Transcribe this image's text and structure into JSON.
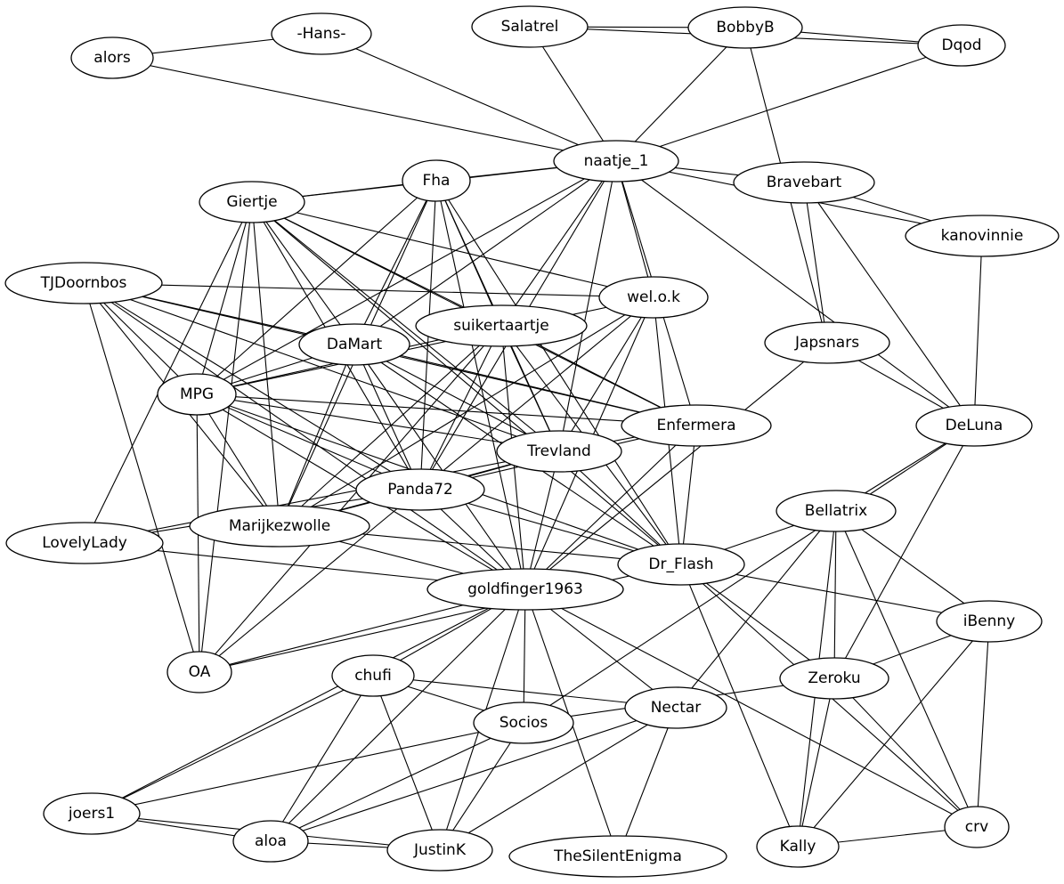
{
  "graph": {
    "type": "undirected-network",
    "nodes": [
      {
        "id": "alors",
        "label": "alors"
      },
      {
        "id": "hans",
        "label": "-Hans-"
      },
      {
        "id": "salatrel",
        "label": "Salatrel"
      },
      {
        "id": "bobbyb",
        "label": "BobbyB"
      },
      {
        "id": "dqod",
        "label": "Dqod"
      },
      {
        "id": "naatje_1",
        "label": "naatje_1"
      },
      {
        "id": "fha",
        "label": "Fha"
      },
      {
        "id": "giertje",
        "label": "Giertje"
      },
      {
        "id": "bravebart",
        "label": "Bravebart"
      },
      {
        "id": "kanovinnie",
        "label": "kanovinnie"
      },
      {
        "id": "tjdoornbos",
        "label": "TJDoornbos"
      },
      {
        "id": "welok",
        "label": "wel.o.k"
      },
      {
        "id": "suikertaartje",
        "label": "suikertaartje"
      },
      {
        "id": "damart",
        "label": "DaMart"
      },
      {
        "id": "japsnars",
        "label": "Japsnars"
      },
      {
        "id": "mpg",
        "label": "MPG"
      },
      {
        "id": "enfermera",
        "label": "Enfermera"
      },
      {
        "id": "deluna",
        "label": "DeLuna"
      },
      {
        "id": "trevland",
        "label": "Trevland"
      },
      {
        "id": "panda72",
        "label": "Panda72"
      },
      {
        "id": "bellatrix",
        "label": "Bellatrix"
      },
      {
        "id": "marijkezwolle",
        "label": "Marijkezwolle"
      },
      {
        "id": "lovelylady",
        "label": "LovelyLady"
      },
      {
        "id": "dr_flash",
        "label": "Dr_Flash"
      },
      {
        "id": "goldfinger1963",
        "label": "goldfinger1963"
      },
      {
        "id": "ibenny",
        "label": "iBenny"
      },
      {
        "id": "oa",
        "label": "OA"
      },
      {
        "id": "chufi",
        "label": "chufi"
      },
      {
        "id": "zeroku",
        "label": "Zeroku"
      },
      {
        "id": "nectar",
        "label": "Nectar"
      },
      {
        "id": "socios",
        "label": "Socios"
      },
      {
        "id": "joers1",
        "label": "joers1"
      },
      {
        "id": "aloa",
        "label": "aloa"
      },
      {
        "id": "justink",
        "label": "JustinK"
      },
      {
        "id": "thesilentenigma",
        "label": "TheSilentEnigma"
      },
      {
        "id": "kally",
        "label": "Kally"
      },
      {
        "id": "crv",
        "label": "crv"
      }
    ],
    "edges": [
      [
        "alors",
        "hans"
      ],
      [
        "alors",
        "naatje_1"
      ],
      [
        "hans",
        "naatje_1"
      ],
      [
        "salatrel",
        "bobbyb"
      ],
      [
        "salatrel",
        "dqod"
      ],
      [
        "salatrel",
        "naatje_1"
      ],
      [
        "bobbyb",
        "dqod"
      ],
      [
        "bobbyb",
        "naatje_1"
      ],
      [
        "bobbyb",
        "japsnars"
      ],
      [
        "dqod",
        "naatje_1"
      ],
      [
        "naatje_1",
        "fha"
      ],
      [
        "naatje_1",
        "giertje"
      ],
      [
        "naatje_1",
        "bravebart"
      ],
      [
        "naatje_1",
        "kanovinnie"
      ],
      [
        "naatje_1",
        "welok"
      ],
      [
        "naatje_1",
        "suikertaartje"
      ],
      [
        "naatje_1",
        "damart"
      ],
      [
        "naatje_1",
        "enfermera"
      ],
      [
        "naatje_1",
        "deluna"
      ],
      [
        "naatje_1",
        "trevland"
      ],
      [
        "naatje_1",
        "panda72"
      ],
      [
        "naatje_1",
        "mpg"
      ],
      [
        "bravebart",
        "kanovinnie"
      ],
      [
        "bravebart",
        "japsnars"
      ],
      [
        "bravebart",
        "deluna"
      ],
      [
        "kanovinnie",
        "deluna"
      ],
      [
        "japsnars",
        "deluna"
      ],
      [
        "japsnars",
        "goldfinger1963"
      ],
      [
        "fha",
        "giertje"
      ],
      [
        "fha",
        "damart"
      ],
      [
        "fha",
        "mpg"
      ],
      [
        "fha",
        "suikertaartje"
      ],
      [
        "fha",
        "trevland"
      ],
      [
        "fha",
        "panda72"
      ],
      [
        "fha",
        "goldfinger1963"
      ],
      [
        "fha",
        "dr_flash"
      ],
      [
        "fha",
        "marijkezwolle"
      ],
      [
        "giertje",
        "welok"
      ],
      [
        "giertje",
        "suikertaartje"
      ],
      [
        "giertje",
        "damart"
      ],
      [
        "giertje",
        "mpg"
      ],
      [
        "giertje",
        "trevland"
      ],
      [
        "giertje",
        "panda72"
      ],
      [
        "giertje",
        "enfermera"
      ],
      [
        "giertje",
        "marijkezwolle"
      ],
      [
        "giertje",
        "lovelylady"
      ],
      [
        "giertje",
        "dr_flash"
      ],
      [
        "giertje",
        "oa"
      ],
      [
        "tjdoornbos",
        "welok"
      ],
      [
        "tjdoornbos",
        "damart"
      ],
      [
        "tjdoornbos",
        "mpg"
      ],
      [
        "tjdoornbos",
        "panda72"
      ],
      [
        "tjdoornbos",
        "marijkezwolle"
      ],
      [
        "tjdoornbos",
        "oa"
      ],
      [
        "tjdoornbos",
        "enfermera"
      ],
      [
        "tjdoornbos",
        "trevland"
      ],
      [
        "tjdoornbos",
        "goldfinger1963"
      ],
      [
        "welok",
        "mpg"
      ],
      [
        "welok",
        "panda72"
      ],
      [
        "welok",
        "trevland"
      ],
      [
        "welok",
        "goldfinger1963"
      ],
      [
        "welok",
        "dr_flash"
      ],
      [
        "welok",
        "marijkezwolle"
      ],
      [
        "suikertaartje",
        "mpg"
      ],
      [
        "suikertaartje",
        "enfermera"
      ],
      [
        "suikertaartje",
        "trevland"
      ],
      [
        "suikertaartje",
        "panda72"
      ],
      [
        "suikertaartje",
        "marijkezwolle"
      ],
      [
        "suikertaartje",
        "goldfinger1963"
      ],
      [
        "suikertaartje",
        "dr_flash"
      ],
      [
        "suikertaartje",
        "oa"
      ],
      [
        "damart",
        "mpg"
      ],
      [
        "damart",
        "enfermera"
      ],
      [
        "damart",
        "trevland"
      ],
      [
        "damart",
        "panda72"
      ],
      [
        "damart",
        "marijkezwolle"
      ],
      [
        "damart",
        "goldfinger1963"
      ],
      [
        "damart",
        "dr_flash"
      ],
      [
        "mpg",
        "enfermera"
      ],
      [
        "mpg",
        "trevland"
      ],
      [
        "mpg",
        "panda72"
      ],
      [
        "mpg",
        "marijkezwolle"
      ],
      [
        "mpg",
        "goldfinger1963"
      ],
      [
        "mpg",
        "dr_flash"
      ],
      [
        "mpg",
        "oa"
      ],
      [
        "enfermera",
        "trevland"
      ],
      [
        "enfermera",
        "panda72"
      ],
      [
        "enfermera",
        "dr_flash"
      ],
      [
        "enfermera",
        "goldfinger1963"
      ],
      [
        "trevland",
        "panda72"
      ],
      [
        "trevland",
        "marijkezwolle"
      ],
      [
        "trevland",
        "lovelylady"
      ],
      [
        "trevland",
        "goldfinger1963"
      ],
      [
        "trevland",
        "dr_flash"
      ],
      [
        "panda72",
        "lovelylady"
      ],
      [
        "panda72",
        "marijkezwolle"
      ],
      [
        "panda72",
        "goldfinger1963"
      ],
      [
        "panda72",
        "dr_flash"
      ],
      [
        "panda72",
        "oa"
      ],
      [
        "marijkezwolle",
        "dr_flash"
      ],
      [
        "marijkezwolle",
        "goldfinger1963"
      ],
      [
        "lovelylady",
        "goldfinger1963"
      ],
      [
        "deluna",
        "bellatrix"
      ],
      [
        "deluna",
        "zeroku"
      ],
      [
        "deluna",
        "socios"
      ],
      [
        "bellatrix",
        "dr_flash"
      ],
      [
        "bellatrix",
        "ibenny"
      ],
      [
        "bellatrix",
        "zeroku"
      ],
      [
        "bellatrix",
        "kally"
      ],
      [
        "bellatrix",
        "crv"
      ],
      [
        "bellatrix",
        "nectar"
      ],
      [
        "dr_flash",
        "ibenny"
      ],
      [
        "dr_flash",
        "zeroku"
      ],
      [
        "dr_flash",
        "kally"
      ],
      [
        "dr_flash",
        "crv"
      ],
      [
        "dr_flash",
        "oa"
      ],
      [
        "ibenny",
        "zeroku"
      ],
      [
        "ibenny",
        "kally"
      ],
      [
        "ibenny",
        "crv"
      ],
      [
        "zeroku",
        "kally"
      ],
      [
        "zeroku",
        "crv"
      ],
      [
        "zeroku",
        "socios"
      ],
      [
        "kally",
        "crv"
      ],
      [
        "goldfinger1963",
        "oa"
      ],
      [
        "goldfinger1963",
        "chufi"
      ],
      [
        "goldfinger1963",
        "socios"
      ],
      [
        "goldfinger1963",
        "nectar"
      ],
      [
        "goldfinger1963",
        "joers1"
      ],
      [
        "goldfinger1963",
        "aloa"
      ],
      [
        "goldfinger1963",
        "justink"
      ],
      [
        "goldfinger1963",
        "thesilentenigma"
      ],
      [
        "goldfinger1963",
        "crv"
      ],
      [
        "chufi",
        "socios"
      ],
      [
        "chufi",
        "nectar"
      ],
      [
        "chufi",
        "joers1"
      ],
      [
        "chufi",
        "aloa"
      ],
      [
        "chufi",
        "justink"
      ],
      [
        "nectar",
        "aloa"
      ],
      [
        "nectar",
        "justink"
      ],
      [
        "nectar",
        "thesilentenigma"
      ],
      [
        "socios",
        "joers1"
      ],
      [
        "socios",
        "aloa"
      ],
      [
        "socios",
        "justink"
      ],
      [
        "joers1",
        "aloa"
      ],
      [
        "joers1",
        "justink"
      ],
      [
        "aloa",
        "justink"
      ]
    ]
  }
}
